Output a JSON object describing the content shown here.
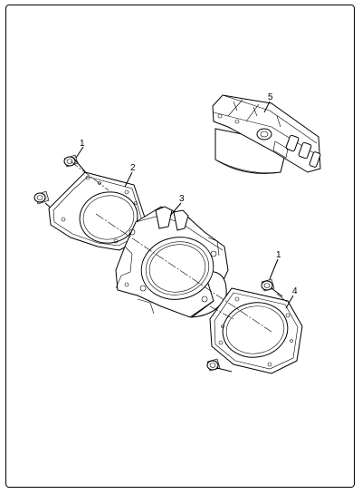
{
  "diagram": {
    "callouts": [
      {
        "id": "dowel-pin-upper",
        "label": "1"
      },
      {
        "id": "base-gasket",
        "label": "2"
      },
      {
        "id": "cylinder",
        "label": "3"
      },
      {
        "id": "dowel-pin-lower",
        "label": "1"
      },
      {
        "id": "head-gasket",
        "label": "4"
      },
      {
        "id": "piston-cylinder-assembly",
        "label": "5"
      }
    ]
  },
  "colors": {
    "line": "#000000",
    "background": "#ffffff",
    "shade": "#d8d8d8"
  }
}
